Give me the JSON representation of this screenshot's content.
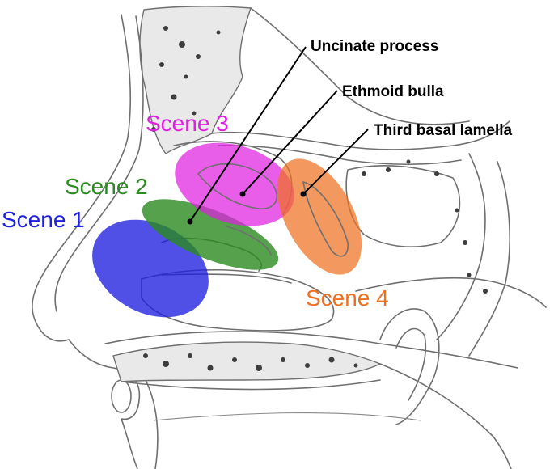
{
  "scenes": [
    {
      "label": "Scene 1",
      "color": "#1f1fe0"
    },
    {
      "label": "Scene 2",
      "color": "#2a8a1f"
    },
    {
      "label": "Scene 3",
      "color": "#e020e0"
    },
    {
      "label": "Scene 4",
      "color": "#ee7020"
    }
  ],
  "callouts": [
    {
      "label": "Uncinate process"
    },
    {
      "label": "Ethmoid bulla"
    },
    {
      "label": "Third basal lamella"
    }
  ],
  "colors": {
    "outline": "#6f6f6f",
    "bone_fill": "#e9e9e9",
    "pointer": "#000000"
  }
}
